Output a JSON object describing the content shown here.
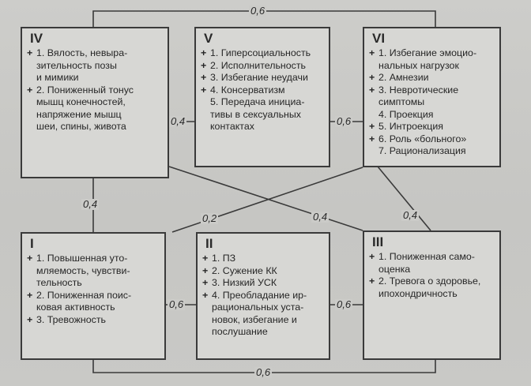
{
  "boxes": [
    {
      "numeral": "IV",
      "items": [
        {
          "sign": "+",
          "text": "1. Вялость, невыра-"
        },
        {
          "sign": "",
          "text": "зительность позы"
        },
        {
          "sign": "",
          "text": "и мимики"
        },
        {
          "sign": "+",
          "text": "2. Пониженный тонус"
        },
        {
          "sign": "",
          "text": "мышц конечностей,"
        },
        {
          "sign": "",
          "text": "напряжение мышц"
        },
        {
          "sign": "",
          "text": "шеи, спины, живота"
        }
      ]
    },
    {
      "numeral": "V",
      "items": [
        {
          "sign": "+",
          "text": "1. Гиперсоциальность"
        },
        {
          "sign": "+",
          "text": "2. Исполнительность"
        },
        {
          "sign": "+",
          "text": "3. Избегание неудачи"
        },
        {
          "sign": "+",
          "text": "4. Консерватизм"
        },
        {
          "sign": "",
          "text": "5. Передача инициа-"
        },
        {
          "sign": "",
          "text": "тивы в сексуальных"
        },
        {
          "sign": "",
          "text": "контактах"
        }
      ]
    },
    {
      "numeral": "VI",
      "items": [
        {
          "sign": "+",
          "text": "1. Избегание эмоцио-"
        },
        {
          "sign": "",
          "text": "нальных нагрузок"
        },
        {
          "sign": "+",
          "text": "2. Амнезии"
        },
        {
          "sign": "+",
          "text": "3. Невротические"
        },
        {
          "sign": "",
          "text": "симптомы"
        },
        {
          "sign": "",
          "text": "4. Проекция"
        },
        {
          "sign": "+",
          "text": "5. Интроекция"
        },
        {
          "sign": "+",
          "text": "6. Роль «больного»"
        },
        {
          "sign": "",
          "text": "7. Рационализация"
        }
      ]
    },
    {
      "numeral": "I",
      "items": [
        {
          "sign": "+",
          "text": "1. Повышенная уто-"
        },
        {
          "sign": "",
          "text": "мляемость, чувстви-"
        },
        {
          "sign": "",
          "text": "тельность"
        },
        {
          "sign": "+",
          "text": "2. Пониженная поис-"
        },
        {
          "sign": "",
          "text": "ковая активность"
        },
        {
          "sign": "+",
          "text": "3. Тревожность"
        }
      ]
    },
    {
      "numeral": "II",
      "items": [
        {
          "sign": "+",
          "text": "1. ПЗ"
        },
        {
          "sign": "+",
          "text": "2. Сужение КК"
        },
        {
          "sign": "+",
          "text": "3. Низкий УСК"
        },
        {
          "sign": "+",
          "text": "4. Преобладание ир-"
        },
        {
          "sign": "",
          "text": "рациональных уста-"
        },
        {
          "sign": "",
          "text": "новок, избегание и"
        },
        {
          "sign": "",
          "text": "послушание"
        }
      ]
    },
    {
      "numeral": "III",
      "items": [
        {
          "sign": "+",
          "text": "1. Пониженная само-"
        },
        {
          "sign": "",
          "text": "оценка"
        },
        {
          "sign": "+",
          "text": "2. Тревога о здоровье,"
        },
        {
          "sign": "",
          "text": "ипохондричность"
        }
      ]
    }
  ],
  "links": [
    {
      "id": "iv-vi-top",
      "label": "0,6"
    },
    {
      "id": "iv-v",
      "label": "0,4"
    },
    {
      "id": "v-vi",
      "label": "0,6"
    },
    {
      "id": "iv-i",
      "label": "0,4"
    },
    {
      "id": "vi-i",
      "label": "0,2"
    },
    {
      "id": "iv-iii",
      "label": "0,4"
    },
    {
      "id": "vi-iii",
      "label": "0,4"
    },
    {
      "id": "i-ii",
      "label": "0,6"
    },
    {
      "id": "ii-iii",
      "label": "0,6"
    },
    {
      "id": "i-iii-bottom",
      "label": "0,6"
    }
  ],
  "colors": {
    "line": "#3a3a3a",
    "box_bg": "#d7d7d4",
    "page_bg": "#c9c9c6"
  }
}
